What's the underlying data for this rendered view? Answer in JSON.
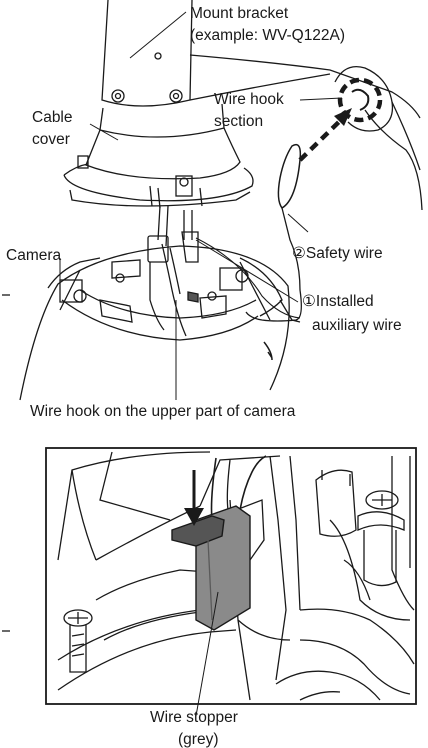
{
  "top_figure": {
    "labels": {
      "mount_bracket_line1": "Mount bracket",
      "mount_bracket_line2": "(example: WV-Q122A)",
      "wire_hook_section_line1": "Wire hook",
      "wire_hook_section_line2": "section",
      "cable_cover_line1": "Cable",
      "cable_cover_line2": "cover",
      "safety_wire": "②Safety wire",
      "camera": "Camera",
      "installed_aux_wire_line1": "①Installed",
      "installed_aux_wire_line2": "auxiliary wire",
      "wire_hook_upper": "Wire hook on the upper part of camera"
    }
  },
  "bottom_figure": {
    "labels": {
      "wire_stopper_line1": "Wire stopper",
      "wire_stopper_line2": "(grey)"
    }
  },
  "colors": {
    "line": "#1a1a1a",
    "grey_part": "#8a8a8a",
    "dark_grey": "#555555"
  }
}
